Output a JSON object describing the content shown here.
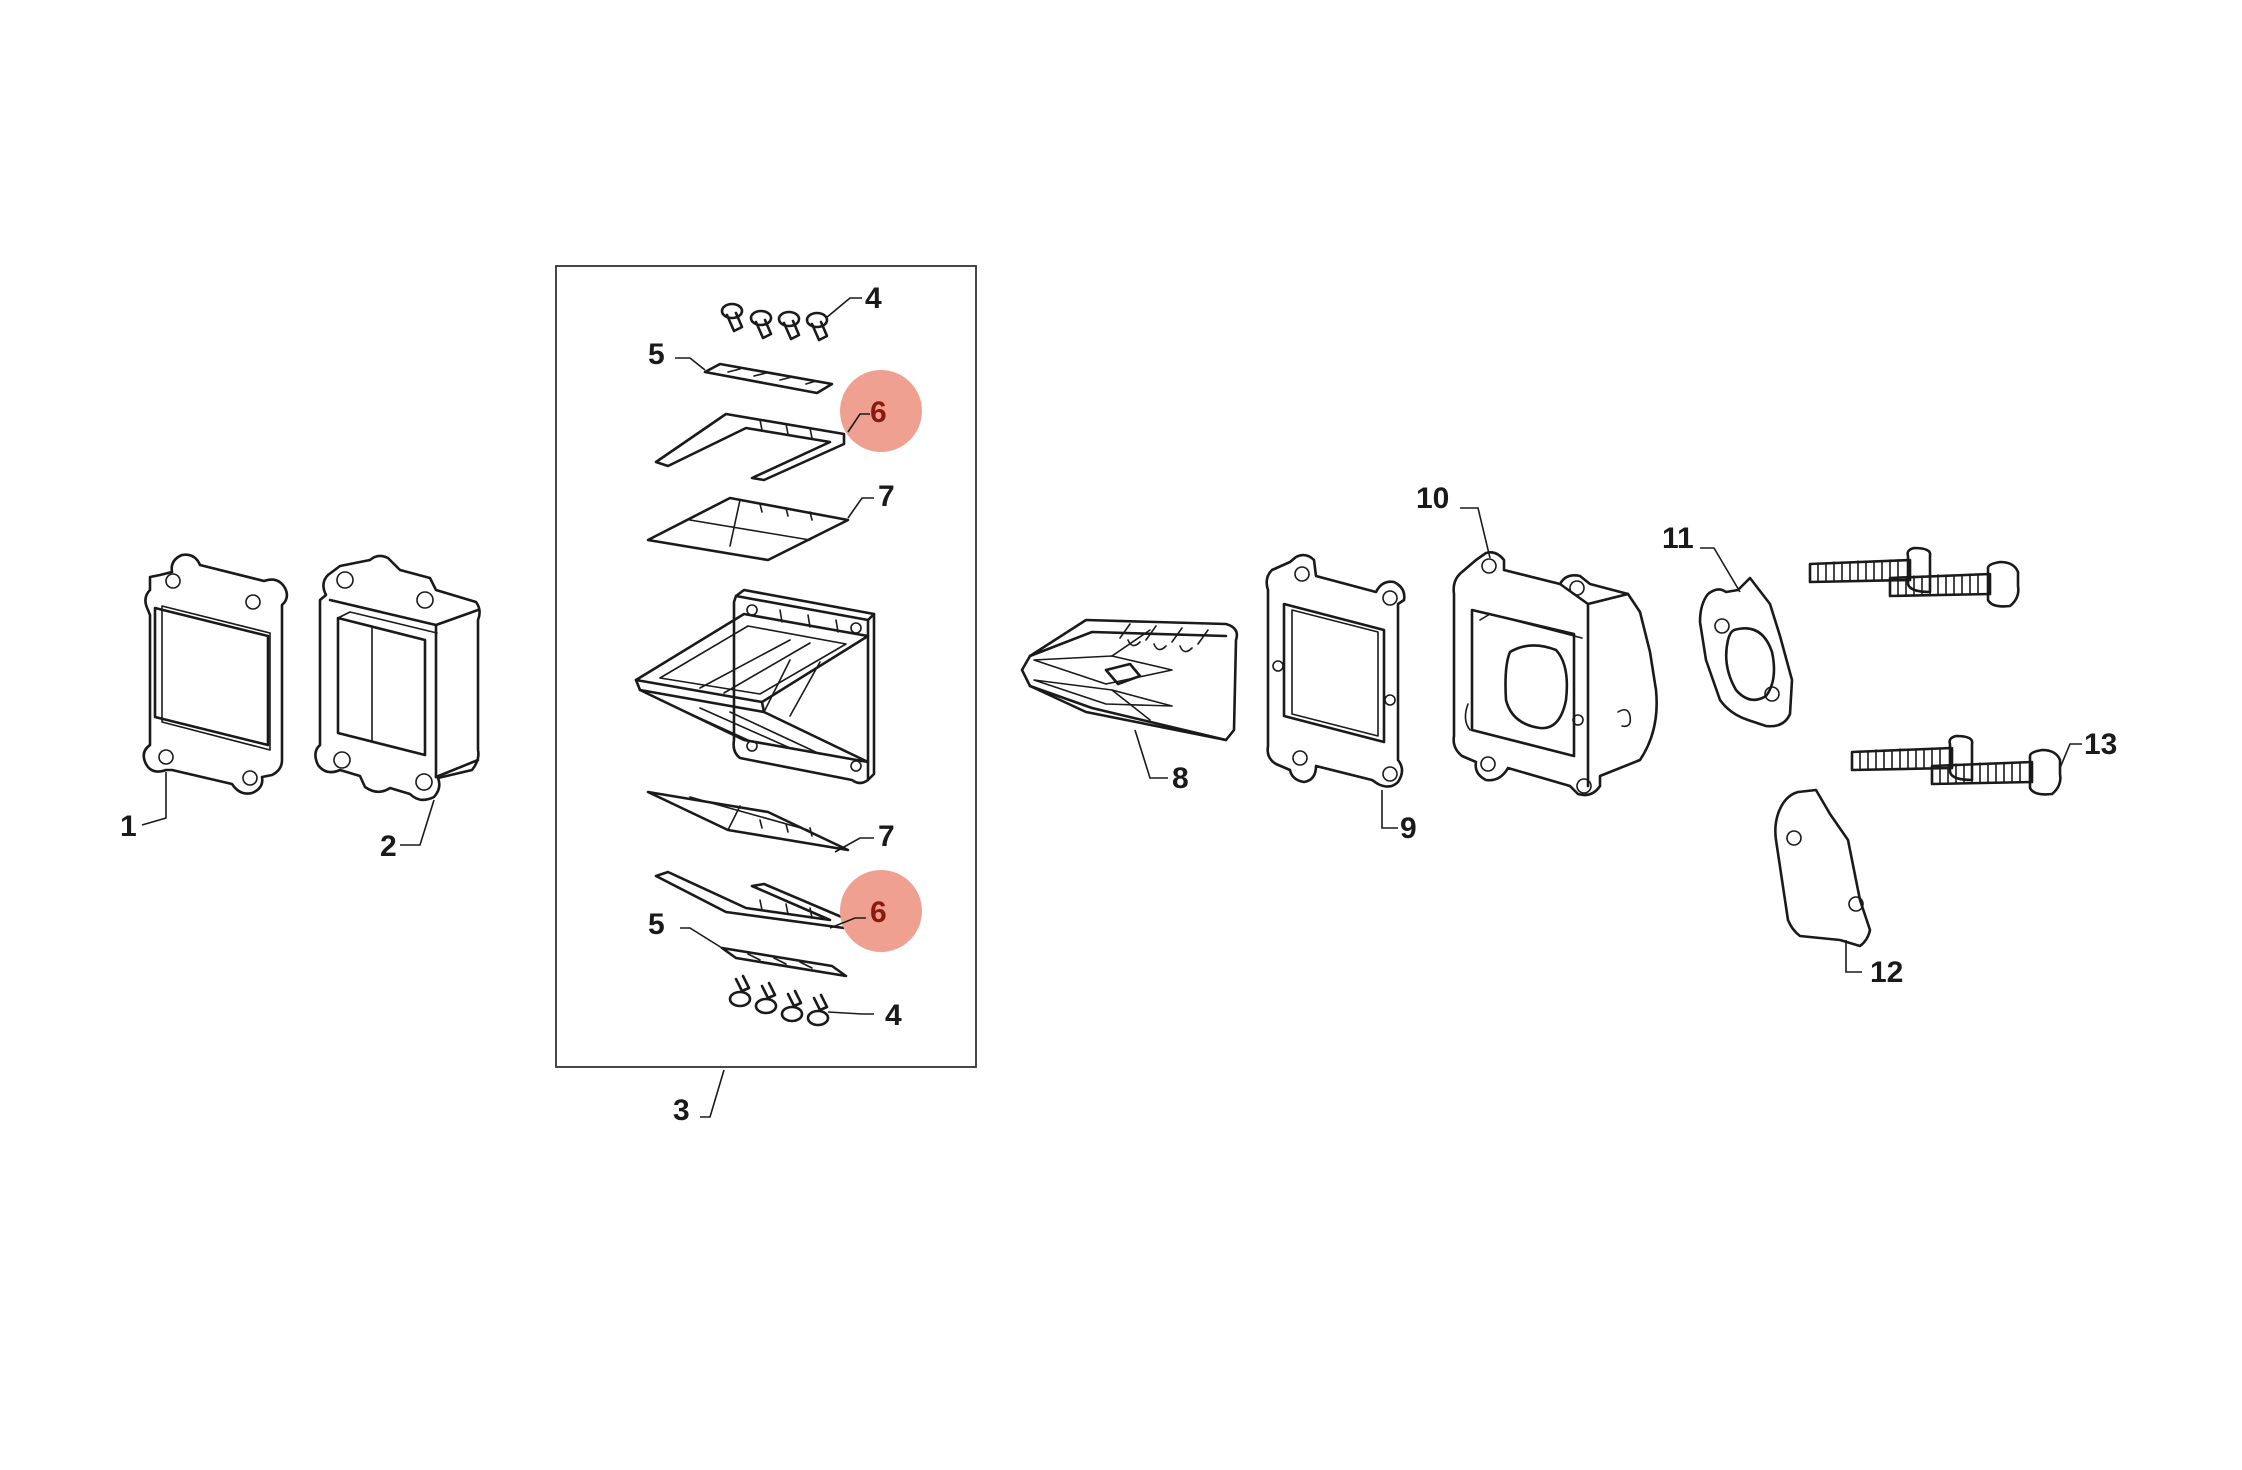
{
  "callouts": {
    "c1": "1",
    "c2": "2",
    "c3": "3",
    "c4_top": "4",
    "c5_top": "5",
    "c6_top": "6",
    "c7_top": "7",
    "c7_bottom": "7",
    "c6_bottom": "6",
    "c5_bottom": "5",
    "c4_bottom": "4",
    "c8": "8",
    "c9": "9",
    "c10": "10",
    "c11": "11",
    "c12": "12",
    "c13": "13"
  },
  "highlight": {
    "color": "#f0a090",
    "text_color": "#8a1a10",
    "highlighted_part": "6"
  },
  "colors": {
    "line": "#1a1a1a",
    "background": "#ffffff"
  }
}
